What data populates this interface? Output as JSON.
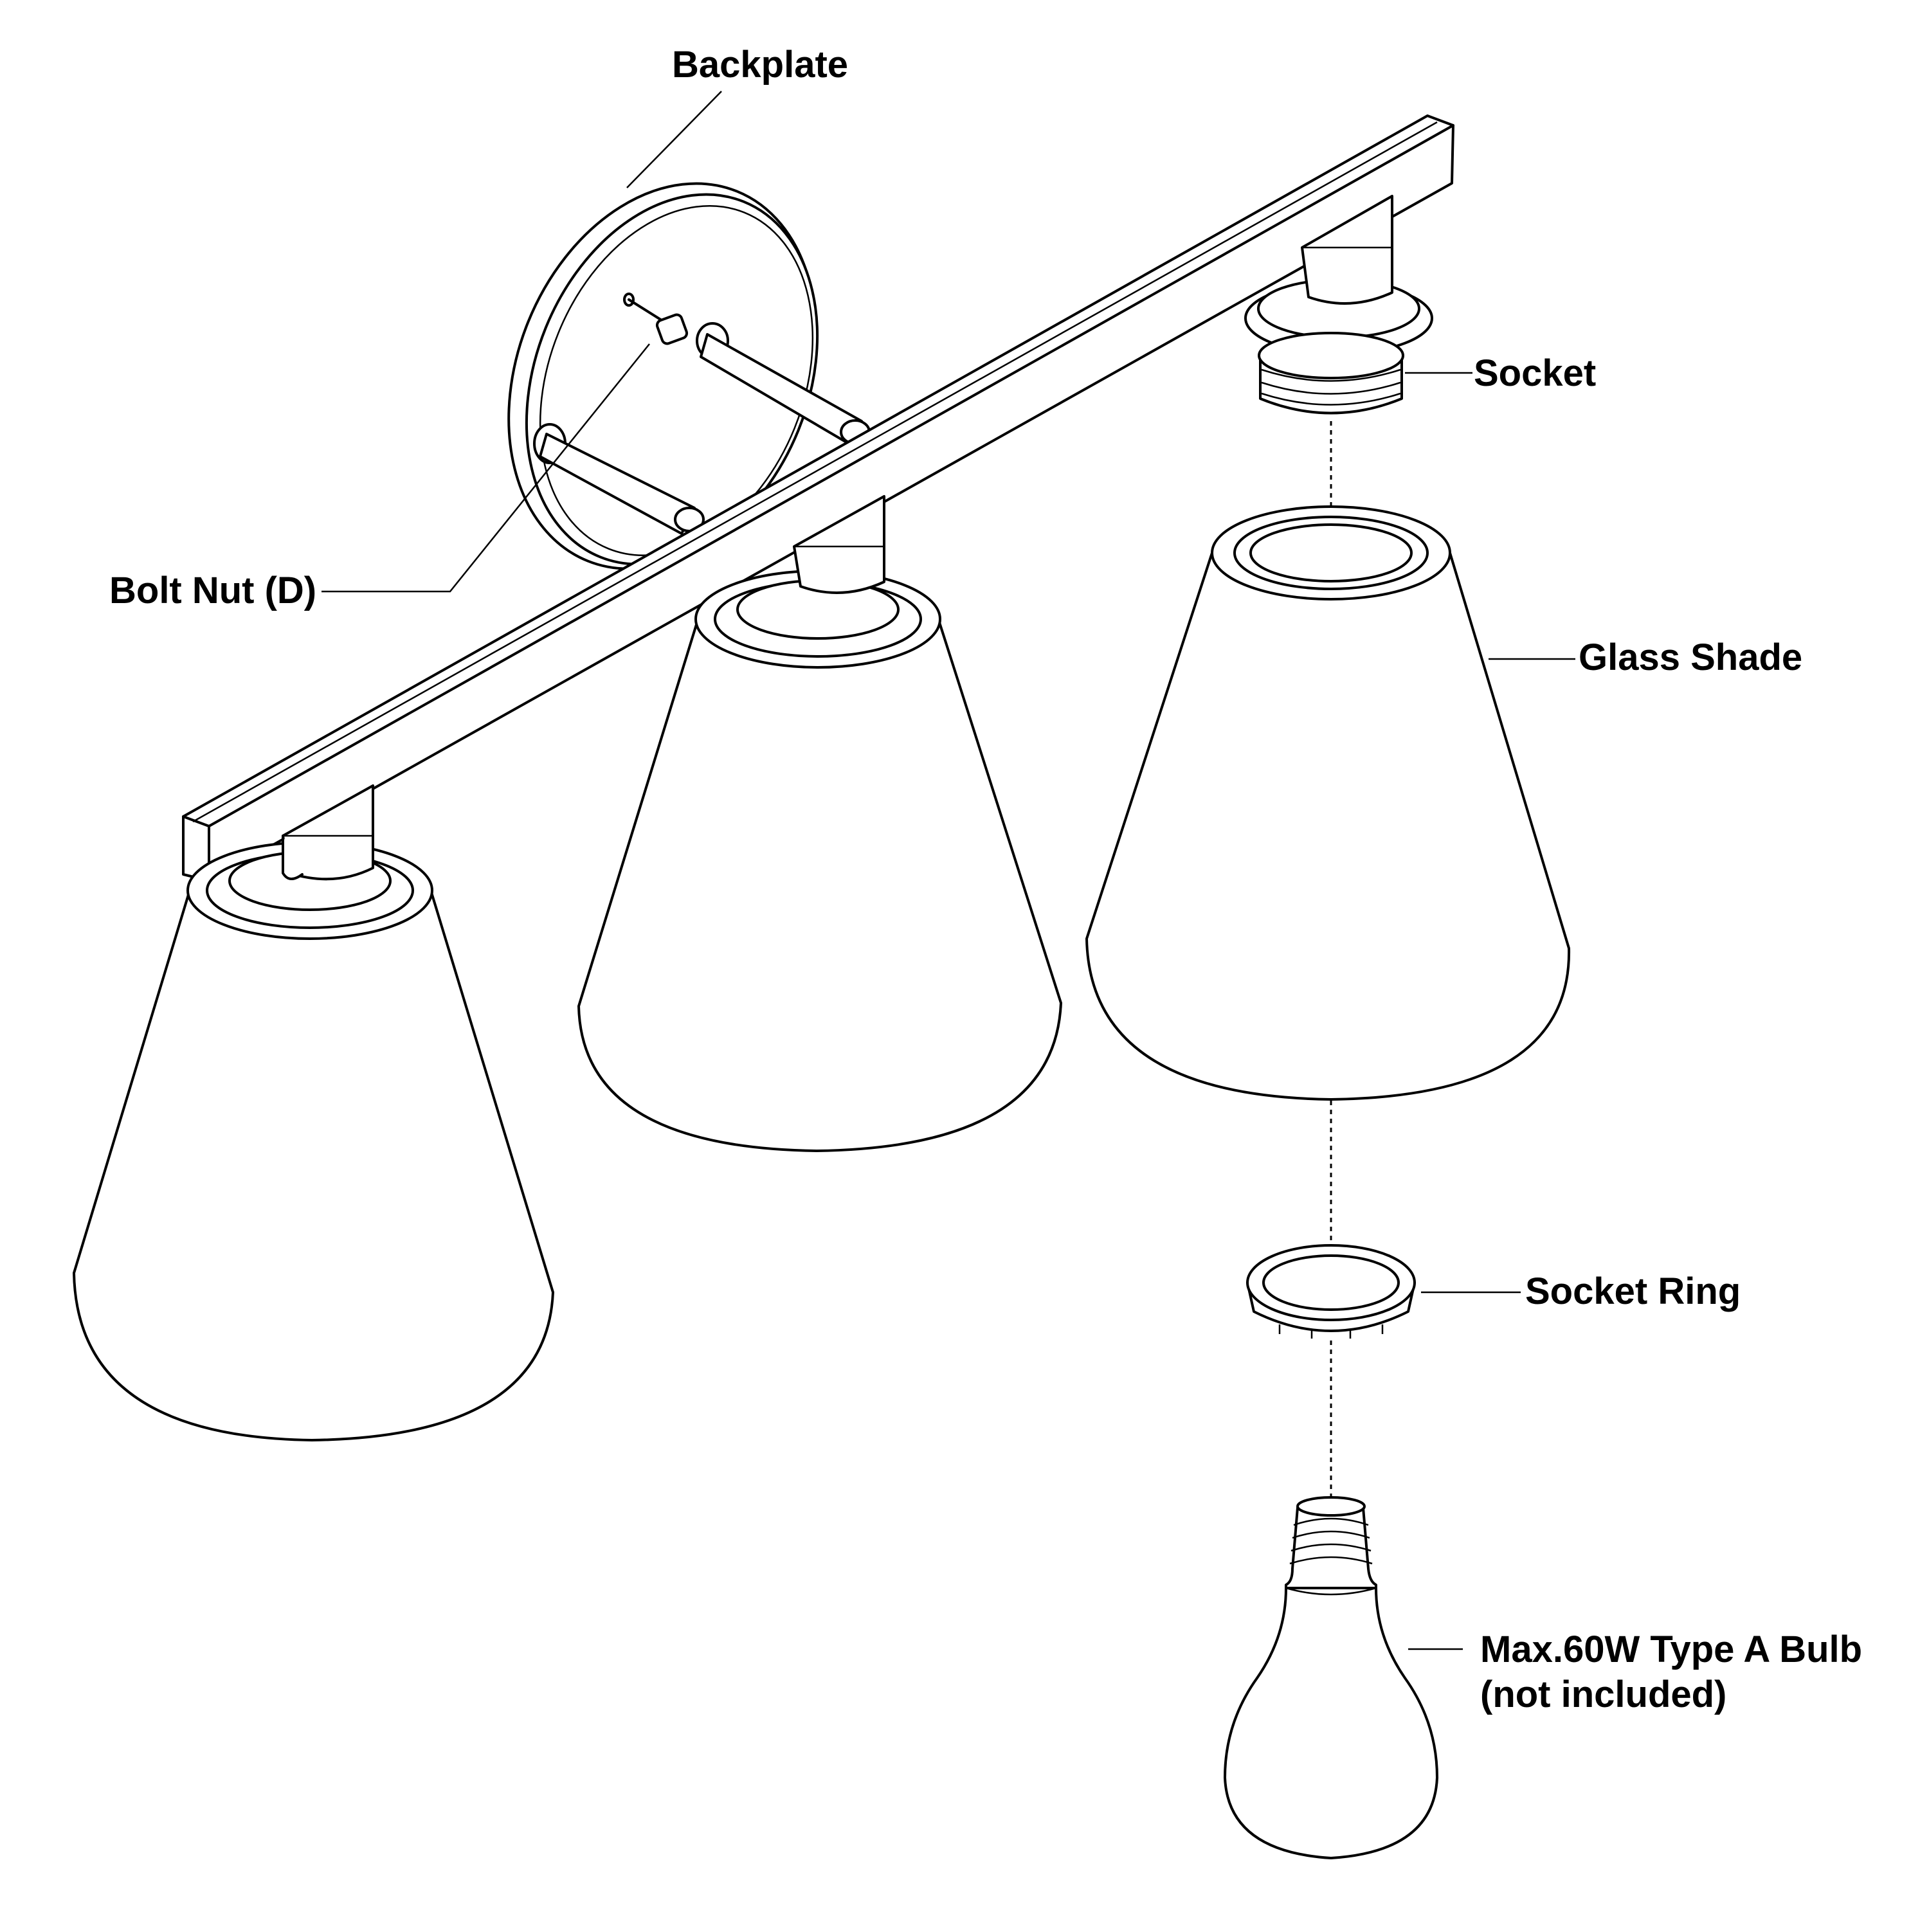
{
  "diagram": {
    "labels": {
      "backplate": "Backplate",
      "bolt_nut": "Bolt Nut (D)",
      "socket": "Socket",
      "glass_shade": "Glass Shade",
      "socket_ring": "Socket Ring",
      "bulb_line1": "Max.60W Type A Bulb",
      "bulb_line2": "(not included)"
    },
    "part_count": {
      "shades": 3
    }
  }
}
